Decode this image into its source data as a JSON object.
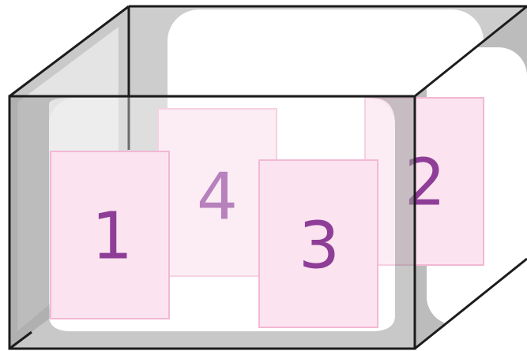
{
  "cards": [
    {
      "label": "1"
    },
    {
      "label": "4"
    },
    {
      "label": "3"
    },
    {
      "label": "2"
    }
  ],
  "colors": {
    "card_fill": "#fbe4f0",
    "card_border": "#f2b8d3",
    "number": "#8f3e98",
    "glass_dark": "#7e7e7e",
    "glass_light": "#cfcfcf",
    "edge": "#1c1c1c"
  }
}
